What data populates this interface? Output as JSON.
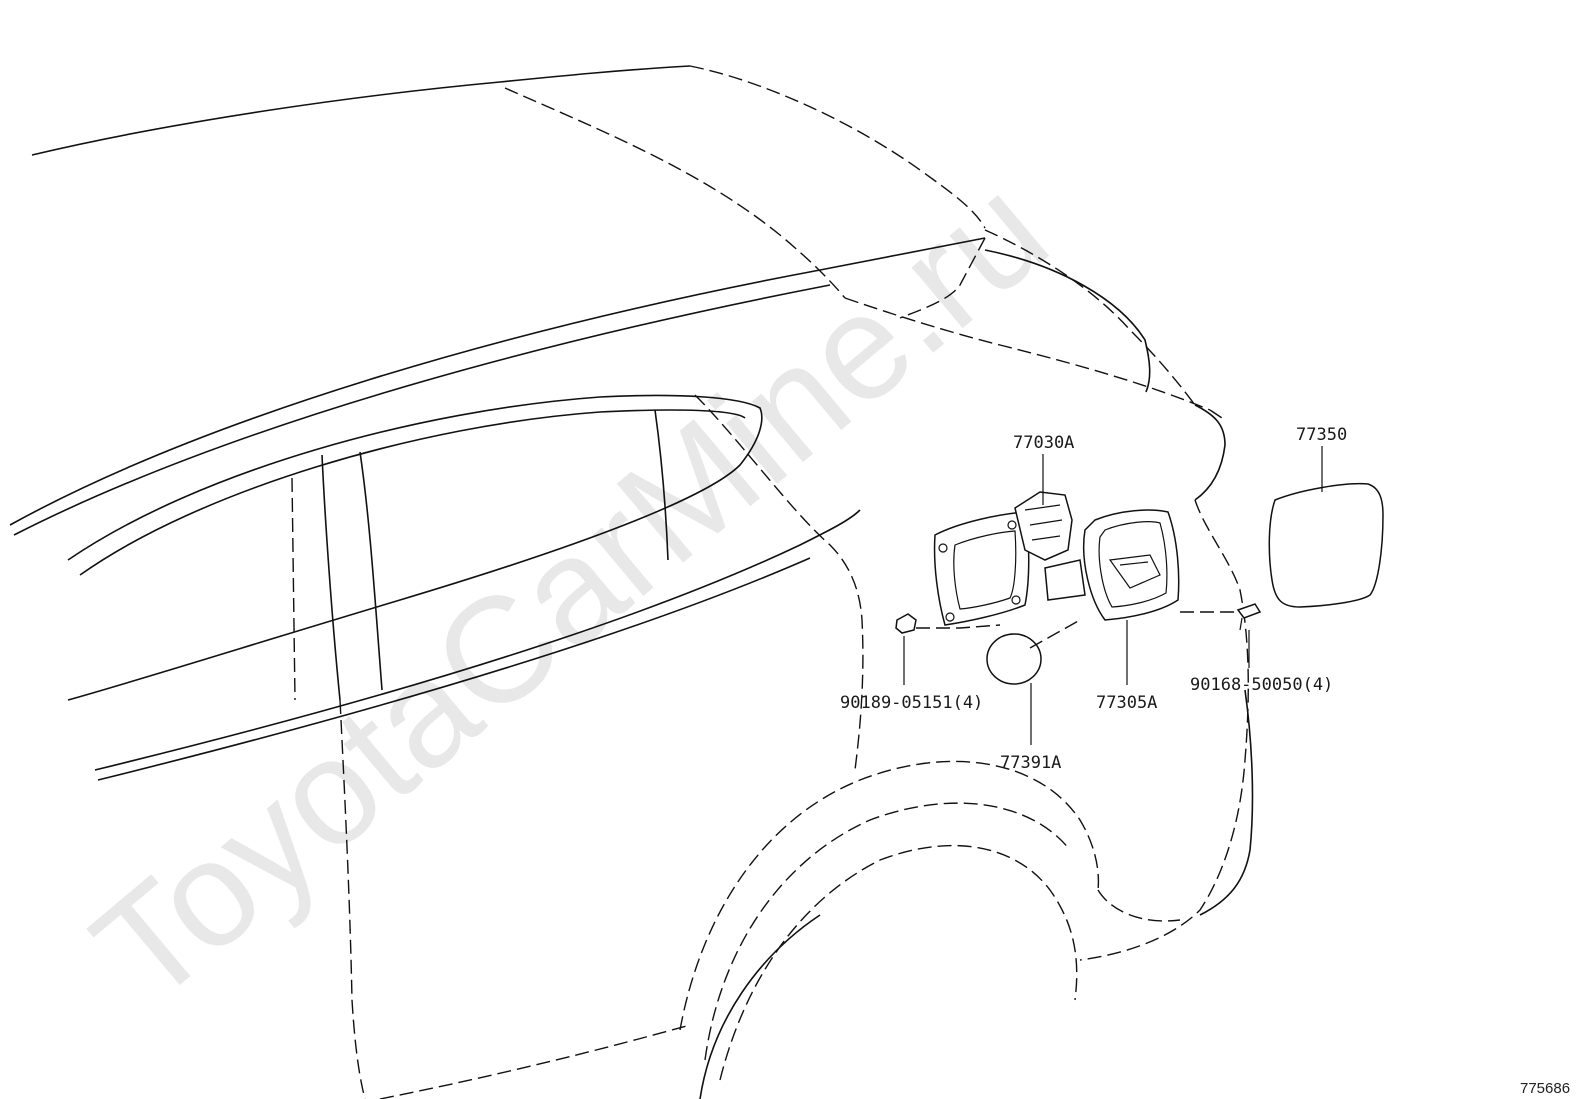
{
  "watermark": "ToyotaCarMine.ru",
  "reference_number": "775686",
  "parts": [
    {
      "id": "p-77030a",
      "label": "77030A"
    },
    {
      "id": "p-77350",
      "label": "77350"
    },
    {
      "id": "p-77305a",
      "label": "77305A"
    },
    {
      "id": "p-77391a",
      "label": "77391A"
    },
    {
      "id": "p-90189",
      "label": "90189-05151(4)"
    },
    {
      "id": "p-90168",
      "label": "90168-50050(4)"
    }
  ]
}
